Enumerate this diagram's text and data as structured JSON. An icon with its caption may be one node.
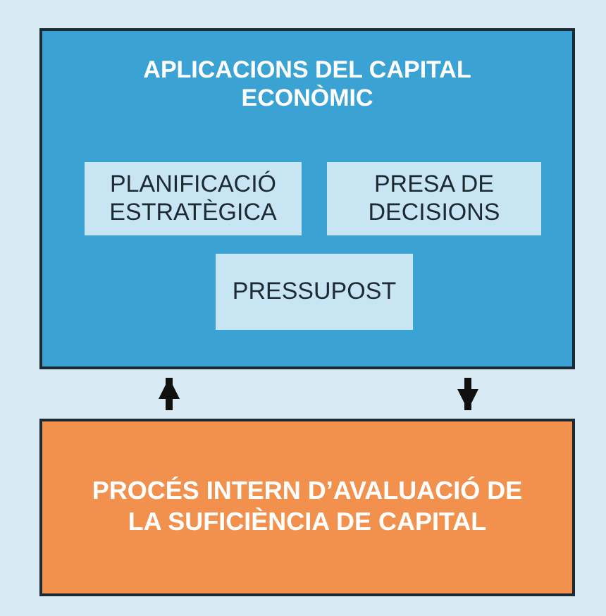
{
  "diagram": {
    "nodes": [
      {
        "text": [
          "APLICACIONS DEL CAPITAL ECONÒMIC"
        ]
      },
      {
        "text": [
          "PLANIFICACIÓ ESTRATÈGICA"
        ],
        "in": 0
      },
      {
        "text": [
          "PRESA DE DECISIONS"
        ],
        "in": 0
      },
      {
        "text": [
          "PRESSUPOST"
        ],
        "in": 0
      },
      {
        "text": [
          "PROCÉS INTERN D’AVALUACIÓ DE LA SUFICIÈNCIA DE CAPITAL"
        ]
      }
    ],
    "edges": [
      {
        "from": 4,
        "to": 0,
        "arrow": "to"
      },
      {
        "from": 0,
        "to": 4,
        "arrow": "to"
      }
    ]
  }
}
